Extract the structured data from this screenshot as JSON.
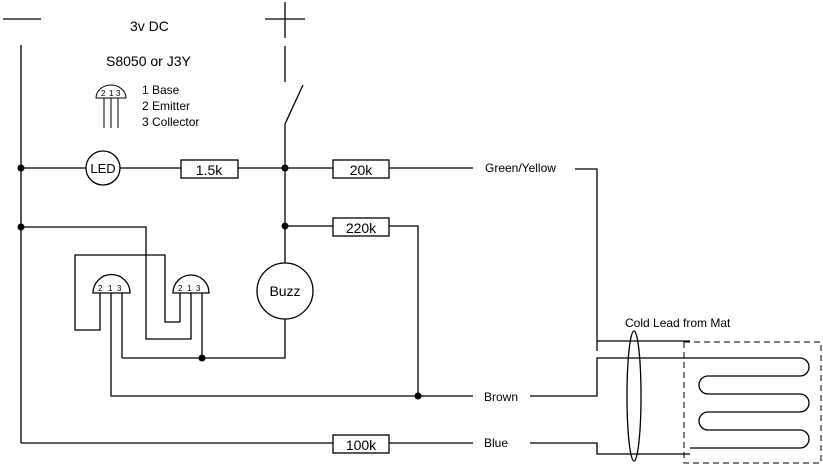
{
  "power": {
    "voltage_label": "3v DC",
    "negative_symbol": "−",
    "positive_symbol": "+"
  },
  "transistor_info": {
    "part_label": "S8050 or J3Y",
    "pin_legend": [
      "1 Base",
      "2 Emitter",
      "3 Collector"
    ],
    "pin_order": [
      "2",
      "1",
      "3"
    ]
  },
  "components": {
    "led": "LED",
    "r1": "1.5k",
    "r2": "20k",
    "r3": "220k",
    "r4": "100k",
    "buzzer": "Buzz"
  },
  "wires": {
    "green_yellow": "Green/Yellow",
    "brown": "Brown",
    "blue": "Blue"
  },
  "mat": {
    "cold_lead_label": "Cold Lead from Mat"
  }
}
